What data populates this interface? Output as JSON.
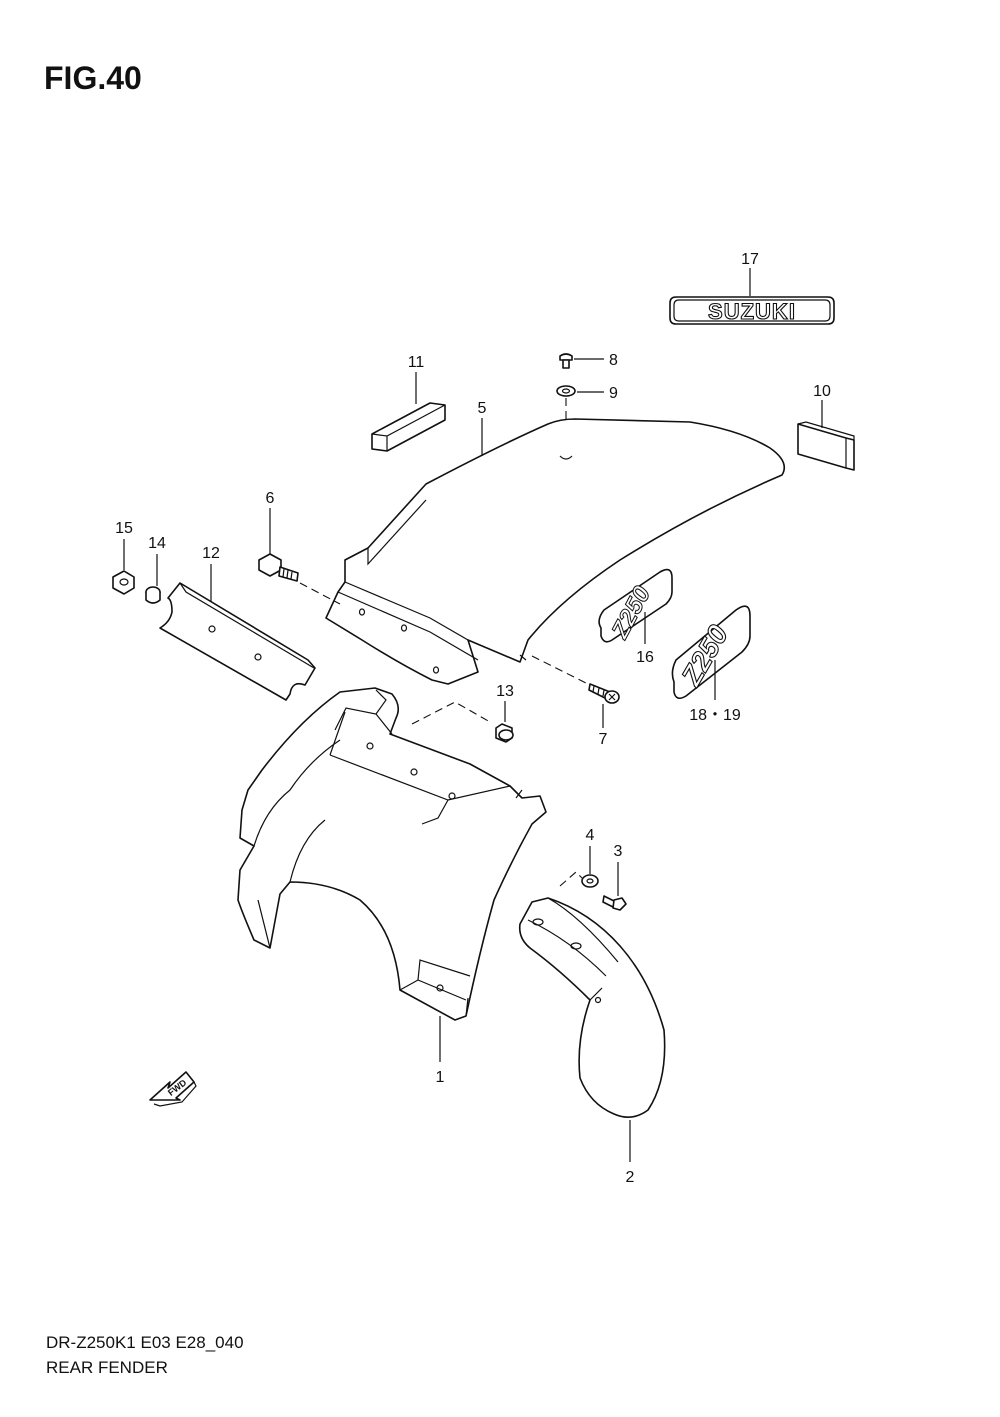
{
  "figure": {
    "title": "FIG.40",
    "model_code": "DR-Z250K1 E03 E28_040",
    "section_name": "REAR FENDER"
  },
  "decals": {
    "brand_emblem": "SUZUKI",
    "model_emblem_small": "Z250",
    "model_emblem_large": "Z250",
    "direction_arrow": "FWD"
  },
  "callouts": {
    "c1": "1",
    "c2": "2",
    "c3": "3",
    "c4": "4",
    "c5": "5",
    "c6": "6",
    "c7": "7",
    "c8": "8",
    "c9": "9",
    "c10": "10",
    "c11": "11",
    "c12": "12",
    "c13": "13",
    "c14": "14",
    "c15": "15",
    "c16": "16",
    "c17": "17",
    "c18_19": "18・19"
  }
}
